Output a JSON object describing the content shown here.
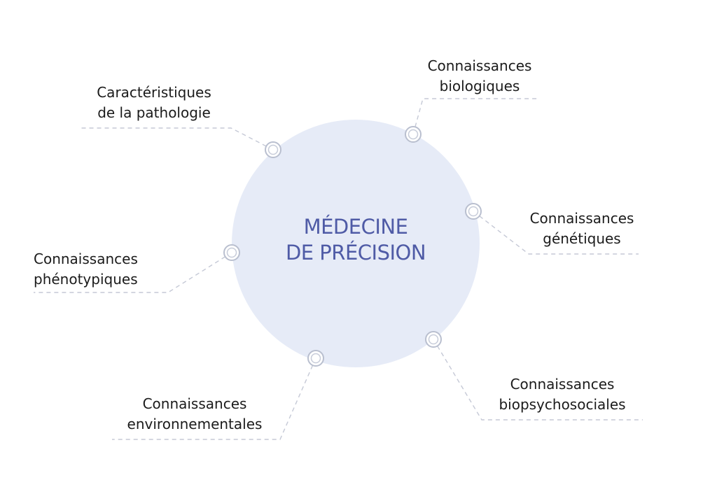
{
  "center": {
    "line1": "MÉDECINE",
    "line2": "DE PRÉCISION"
  },
  "nodes": [
    {
      "id": "caracteristiques",
      "line1": "Caractéristiques",
      "line2": "de la pathologie"
    },
    {
      "id": "biologiques",
      "line1": "Connaissances",
      "line2": "biologiques"
    },
    {
      "id": "genetiques",
      "line1": "Connaissances",
      "line2": "génétiques"
    },
    {
      "id": "phenotypiques",
      "line1": "Connaissances",
      "line2": "phénotypiques"
    },
    {
      "id": "biopsychosociales",
      "line1": "Connaissances",
      "line2": "biopsychosociales"
    },
    {
      "id": "environnementales",
      "line1": "Connaissances",
      "line2": "environnementales"
    }
  ]
}
